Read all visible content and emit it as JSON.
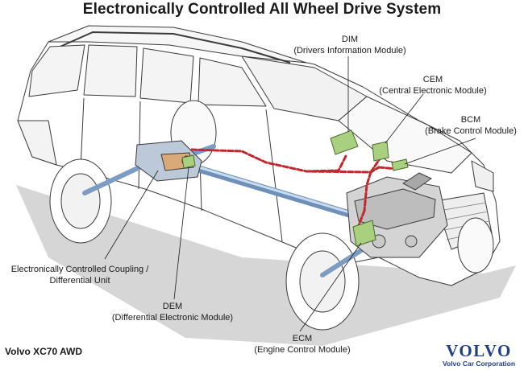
{
  "title": "Electronically Controlled All Wheel Drive System",
  "labels": {
    "dim": {
      "name": "DIM",
      "desc": "(Drivers Information Module)"
    },
    "cem": {
      "name": "CEM",
      "desc": "(Central Electronic Module)"
    },
    "bcm": {
      "name": "BCM",
      "desc": "(Brake Control Module)"
    },
    "coupling": {
      "line1": "Electronically Controlled Coupling /",
      "line2": "Differential Unit"
    },
    "dem": {
      "name": "DEM",
      "desc": "(Differential Electronic Module)"
    },
    "ecm": {
      "name": "ECM",
      "desc": "(Engine Control Module)"
    }
  },
  "model": "Volvo XC70 AWD",
  "brand": {
    "name": "VOLVO",
    "corporation": "Volvo Car Corporation"
  },
  "colors": {
    "module_green": "#a9d07f",
    "wiring_red": "#c0282d",
    "driveshaft_blue": "#9fb9d8",
    "brand_blue": "#1f3f86",
    "outline": "#3a3a3a"
  }
}
